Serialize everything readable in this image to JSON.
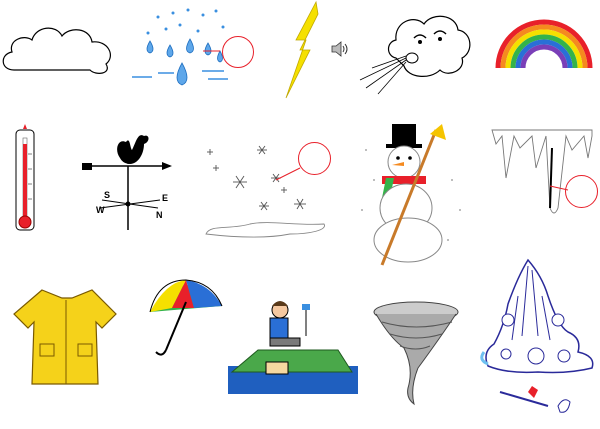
{
  "clips": [
    {
      "name": "cloud"
    },
    {
      "name": "rain"
    },
    {
      "name": "lightning"
    },
    {
      "name": "wind"
    },
    {
      "name": "rainbow"
    },
    {
      "name": "thermometer"
    },
    {
      "name": "weather-vane",
      "compass": {
        "n": "N",
        "s": "S",
        "e": "E",
        "w": "W"
      }
    },
    {
      "name": "snowflakes"
    },
    {
      "name": "snowman"
    },
    {
      "name": "icicles"
    },
    {
      "name": "raincoat"
    },
    {
      "name": "umbrella"
    },
    {
      "name": "flood"
    },
    {
      "name": "tornado"
    },
    {
      "name": "glacier"
    }
  ],
  "colors": {
    "hotspot": "#e8202a",
    "rain": "#3a8fe0",
    "lightning": "#f5e000"
  }
}
